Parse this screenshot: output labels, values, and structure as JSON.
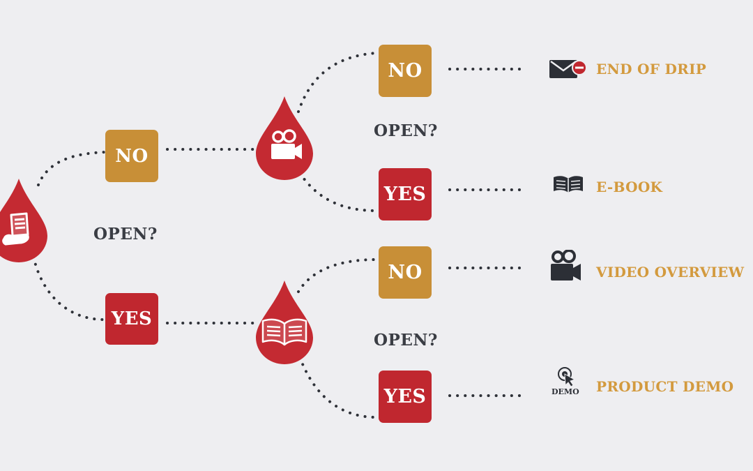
{
  "colors": {
    "no_box": "#c88f37",
    "yes_box": "#c0272f",
    "drop": "#c42a32",
    "outcome_text": "#d39a3e",
    "question_text": "#3a3d44",
    "icon_dark": "#2c2f36",
    "dots": "#2e3138"
  },
  "icons": {
    "root_drop": "scroll-icon",
    "upper_drop": "video-camera-icon",
    "lower_drop": "open-book-icon"
  },
  "questions": {
    "root": "OPEN?",
    "upper": "OPEN?",
    "lower": "OPEN?"
  },
  "level1": {
    "no": "NO",
    "yes": "YES"
  },
  "level2": {
    "upper_no": "NO",
    "upper_yes": "YES",
    "lower_no": "NO",
    "lower_yes": "YES"
  },
  "outcomes": [
    {
      "label": "END OF DRIP",
      "icon": "email-remove-icon"
    },
    {
      "label": "E-BOOK",
      "icon": "book-icon"
    },
    {
      "label": "VIDEO OVERVIEW",
      "icon": "video-camera-icon"
    },
    {
      "label": "PRODUCT DEMO",
      "icon": "demo-click-icon",
      "icon_text": "DEMO"
    }
  ]
}
